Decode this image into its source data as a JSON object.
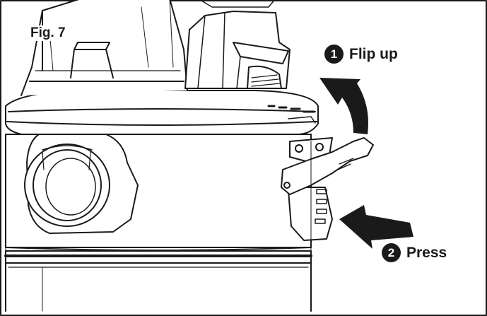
{
  "figure_label": "Fig. 7",
  "steps": [
    {
      "number": "1",
      "text": "Flip up"
    },
    {
      "number": "2",
      "text": "Press"
    }
  ],
  "colors": {
    "line": "#1a1a1a",
    "fill": "#ffffff",
    "arrow": "#1a1a1a"
  }
}
